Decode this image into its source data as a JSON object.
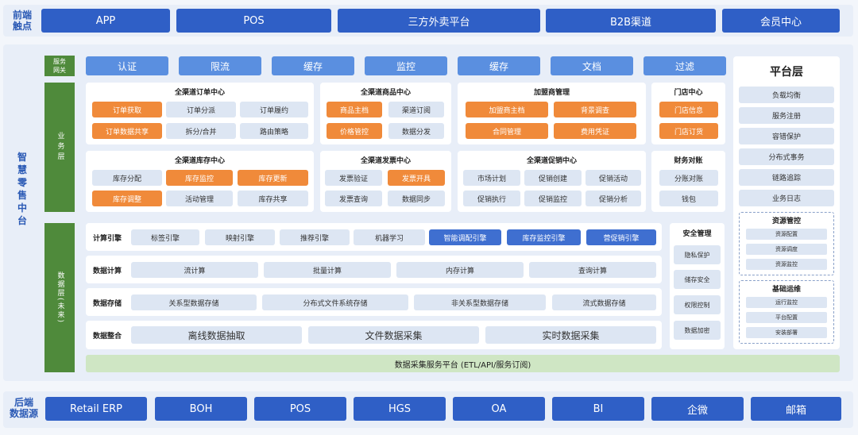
{
  "front": {
    "label_lines": [
      "前端",
      "触点"
    ],
    "items": [
      "APP",
      "POS",
      "三方外卖平台",
      "B2B渠道",
      "会员中心"
    ]
  },
  "middle_platform": {
    "label": "智慧零售中台",
    "gateway": {
      "label_lines": [
        "服务",
        "网关"
      ],
      "items": [
        "认证",
        "限流",
        "缓存",
        "监控",
        "缓存",
        "文档",
        "过滤"
      ]
    },
    "business": {
      "label": "业务层",
      "panels": [
        {
          "title": "全渠道订单中心",
          "cells": [
            {
              "text": "订单获取",
              "style": "orange"
            },
            {
              "text": "订单分派",
              "style": "plain"
            },
            {
              "text": "订单履约",
              "style": "plain"
            },
            {
              "text": "订单数据共享",
              "style": "orange"
            },
            {
              "text": "拆分/合并",
              "style": "plain"
            },
            {
              "text": "路由策略",
              "style": "plain"
            }
          ]
        },
        {
          "title": "全渠道商品中心",
          "cells": [
            {
              "text": "商品主档",
              "style": "orange"
            },
            {
              "text": "渠道订阅",
              "style": "plain"
            },
            {
              "text": "价格管控",
              "style": "orange"
            },
            {
              "text": "数据分发",
              "style": "plain"
            }
          ]
        },
        {
          "title": "加盟商管理",
          "cells": [
            {
              "text": "加盟商主档",
              "style": "orange"
            },
            {
              "text": "背景调查",
              "style": "orange"
            },
            {
              "text": "合同管理",
              "style": "orange"
            },
            {
              "text": "费用凭证",
              "style": "orange"
            }
          ]
        },
        {
          "title": "门店中心",
          "cells": [
            {
              "text": "门店信息",
              "style": "orange"
            },
            {
              "text": "门店订货",
              "style": "orange"
            }
          ]
        },
        {
          "title": "全渠道库存中心",
          "cells": [
            {
              "text": "库存分配",
              "style": "plain"
            },
            {
              "text": "库存监控",
              "style": "orange"
            },
            {
              "text": "库存更新",
              "style": "orange"
            },
            {
              "text": "库存调整",
              "style": "orange"
            },
            {
              "text": "活动管理",
              "style": "plain"
            },
            {
              "text": "库存共享",
              "style": "plain"
            }
          ]
        },
        {
          "title": "全渠道发票中心",
          "cells": [
            {
              "text": "发票验证",
              "style": "plain"
            },
            {
              "text": "发票开具",
              "style": "orange"
            },
            {
              "text": "发票查询",
              "style": "plain"
            },
            {
              "text": "数据同步",
              "style": "plain"
            }
          ]
        },
        {
          "title": "全渠道促销中心",
          "cells": [
            {
              "text": "市场计划",
              "style": "plain"
            },
            {
              "text": "促销创建",
              "style": "plain"
            },
            {
              "text": "促销活动",
              "style": "plain"
            },
            {
              "text": "促销执行",
              "style": "plain"
            },
            {
              "text": "促销监控",
              "style": "plain"
            },
            {
              "text": "促销分析",
              "style": "plain"
            }
          ]
        },
        {
          "title": "财务对账",
          "cells": [
            {
              "text": "分账对账",
              "style": "plain"
            },
            {
              "text": "钱包",
              "style": "plain"
            }
          ]
        }
      ]
    },
    "data_layer": {
      "label": "数据层(未来)",
      "rows": [
        {
          "label": "计算引擎",
          "cells": [
            {
              "text": "标签引擎",
              "style": "plain"
            },
            {
              "text": "映射引擎",
              "style": "plain"
            },
            {
              "text": "推荐引擎",
              "style": "plain"
            },
            {
              "text": "机器学习",
              "style": "plain"
            },
            {
              "text": "智能调配引擎",
              "style": "blue"
            },
            {
              "text": "库存监控引擎",
              "style": "blue"
            },
            {
              "text": "营促销引擎",
              "style": "blue"
            }
          ]
        },
        {
          "label": "数据计算",
          "cells": [
            {
              "text": "流计算",
              "style": "plain"
            },
            {
              "text": "批量计算",
              "style": "plain"
            },
            {
              "text": "内存计算",
              "style": "plain"
            },
            {
              "text": "查询计算",
              "style": "plain"
            }
          ]
        },
        {
          "label": "数据存储",
          "cells": [
            {
              "text": "关系型数据存储",
              "style": "plain"
            },
            {
              "text": "分布式文件系统存储",
              "style": "plain"
            },
            {
              "text": "非关系型数据存储",
              "style": "plain"
            },
            {
              "text": "流式数据存储",
              "style": "plain"
            }
          ]
        },
        {
          "label": "数据整合",
          "cells": [
            {
              "text": "离线数据抽取",
              "style": "plain"
            },
            {
              "text": "文件数据采集",
              "style": "plain"
            },
            {
              "text": "实时数据采集",
              "style": "plain"
            }
          ]
        }
      ],
      "security": {
        "title": "安全管理",
        "items": [
          "隐私保护",
          "储存安全",
          "权限控制",
          "数据加密"
        ]
      },
      "collection_bar": "数据采集服务平台 (ETL/API/服务订阅)"
    },
    "platform_layer": {
      "title": "平台层",
      "items": [
        "负载均衡",
        "服务注册",
        "容错保护",
        "分布式事务",
        "链路追踪",
        "业务日志"
      ],
      "resource": {
        "title": "资源管控",
        "items": [
          "资源配置",
          "资源调度",
          "资源监控"
        ]
      },
      "ops": {
        "title": "基础运维",
        "items": [
          "运行监控",
          "平台配置",
          "安装部署"
        ]
      }
    }
  },
  "backend": {
    "label_lines": [
      "后端",
      "数据源"
    ],
    "items": [
      "Retail ERP",
      "BOH",
      "POS",
      "HGS",
      "OA",
      "BI",
      "企微",
      "邮箱"
    ]
  },
  "colors": {
    "dark_blue": "#2f5fc6",
    "light_blue": "#5a8fe0",
    "orange": "#f08a3a",
    "green": "#4f8a3b",
    "pale_green": "#cfe6c4"
  }
}
